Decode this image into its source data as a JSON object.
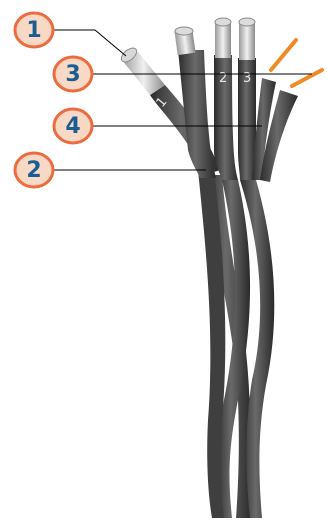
{
  "colors": {
    "callout_fill": "#f7d9c6",
    "callout_ring": "#ec6b3f",
    "callout_text": "#1a5d93",
    "cable_dark": "#3a3a3a",
    "cable_mid": "#5a5a5a",
    "conductor": "#c9c9c9",
    "fiber_orange": "#f08a24",
    "leader_line": "#000000"
  },
  "callouts": [
    {
      "label": "1",
      "target": "aluminium-conductor"
    },
    {
      "label": "3",
      "target": "neutral-messenger"
    },
    {
      "label": "4",
      "target": "insulation"
    },
    {
      "label": "2",
      "target": "bundled-cores"
    }
  ],
  "core_markings": [
    "1",
    "2",
    "3"
  ]
}
